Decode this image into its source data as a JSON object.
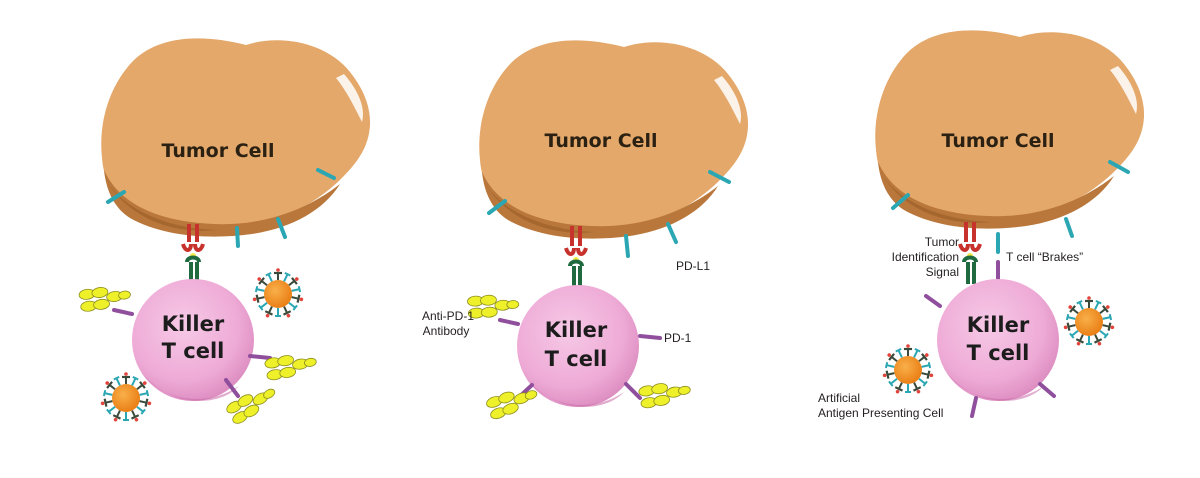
{
  "panels": [
    {
      "tumor_label": "Tumor  Cell",
      "killer_line1": "Killer",
      "killer_line2": "T cell"
    },
    {
      "tumor_label": "Tumor  Cell",
      "killer_line1": "Killer",
      "killer_line2": "T cell",
      "labels": {
        "pd_l1": "PD-L1",
        "pd_1": "PD-1",
        "antibody_line1": "Anti-PD-1",
        "antibody_line2": "Antibody"
      }
    },
    {
      "tumor_label": "Tumor  Cell",
      "killer_line1": "Killer",
      "killer_line2": "T cell",
      "labels": {
        "tumor_signal_line1": "Tumor",
        "tumor_signal_line2": "Identification",
        "tumor_signal_line3": "Signal",
        "brakes": "T cell “Brakes”",
        "aapc_line1": "Artificial",
        "aapc_line2": "Antigen  Presenting Cell"
      }
    }
  ],
  "colors": {
    "tumor_fill": "#e4a86b",
    "tumor_shadow": "#b9773b",
    "killer_fill": "#eeaad6",
    "killer_shadow": "#d77fb6",
    "pd_l1_receptor": "#2aa7b3",
    "pd_1_receptor": "#8f4f9c",
    "mhc_red": "#c8322c",
    "tcr_green": "#1f6b3f",
    "antibody_yellow": "#eef02a",
    "aapc_orange": "#f39324"
  }
}
